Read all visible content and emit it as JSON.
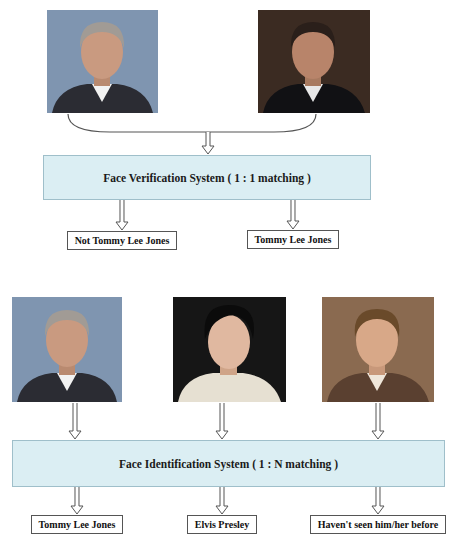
{
  "diagram": {
    "nodes": [
      {
        "text": [
          "Face Verification System ( 1 : 1 matching )"
        ]
      },
      {
        "text": [
          "Not Tommy Lee Jones"
        ]
      },
      {
        "text": [
          "Tommy Lee Jones"
        ]
      },
      {
        "text": [
          "Face Identification System ( 1 : N matching )"
        ]
      },
      {
        "text": [
          "Tommy Lee Jones"
        ]
      },
      {
        "text": [
          "Elvis Presley"
        ]
      },
      {
        "text": [
          "Haven't seen him/her before"
        ]
      }
    ],
    "edges": [
      {
        "from": 0,
        "to": 1,
        "arrow": "to"
      },
      {
        "from": 0,
        "to": 2,
        "arrow": "to"
      },
      {
        "from": 3,
        "to": 4,
        "arrow": "to"
      },
      {
        "from": 3,
        "to": 5,
        "arrow": "to"
      },
      {
        "from": 3,
        "to": 6,
        "arrow": "to"
      }
    ]
  }
}
